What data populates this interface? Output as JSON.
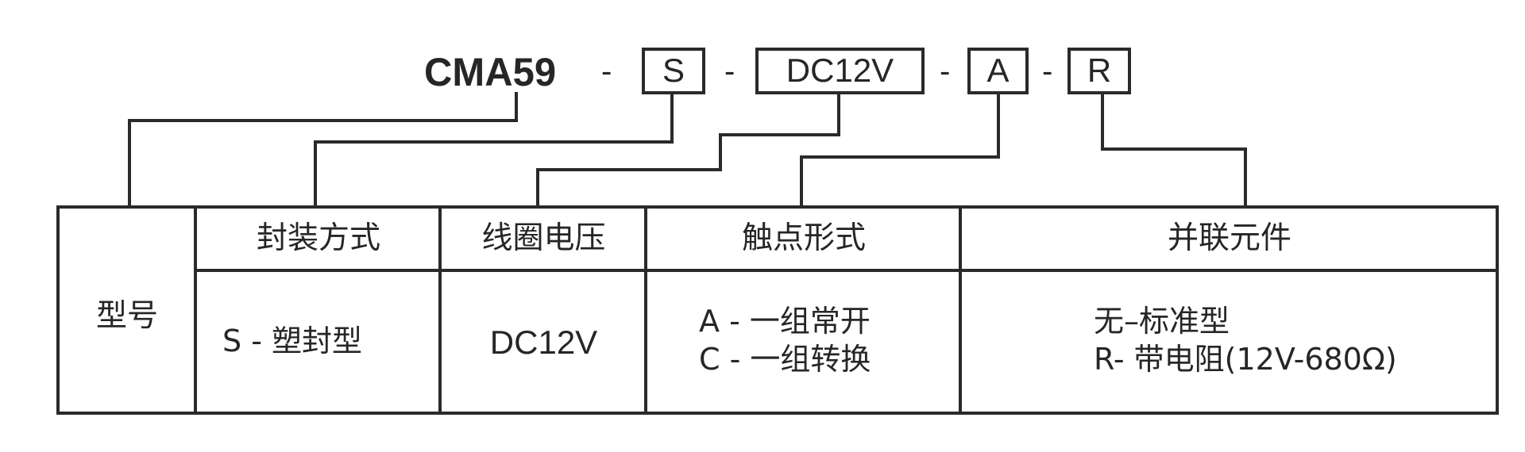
{
  "diagram": {
    "model_prefix": "CMA59",
    "separator": "-",
    "code_boxes": [
      {
        "id": "package",
        "label": "S"
      },
      {
        "id": "coil_voltage",
        "label": "DC12V"
      },
      {
        "id": "contact_form",
        "label": "A"
      },
      {
        "id": "parallel_component",
        "label": "R"
      }
    ]
  },
  "table": {
    "row_header": "型号",
    "columns": [
      {
        "header": "封装方式",
        "values": [
          "S -  塑封型"
        ]
      },
      {
        "header": "线圈电压",
        "values": [
          "DC12V"
        ]
      },
      {
        "header": "触点形式",
        "values": [
          "A  -  一组常开",
          "C -  一组转换"
        ]
      },
      {
        "header": "并联元件",
        "values": [
          "无–标准型",
          "R- 带电阻(12V-680Ω)"
        ]
      }
    ]
  },
  "colors": {
    "line": "#2a2a2a",
    "text": "#262626",
    "background": "#ffffff"
  }
}
